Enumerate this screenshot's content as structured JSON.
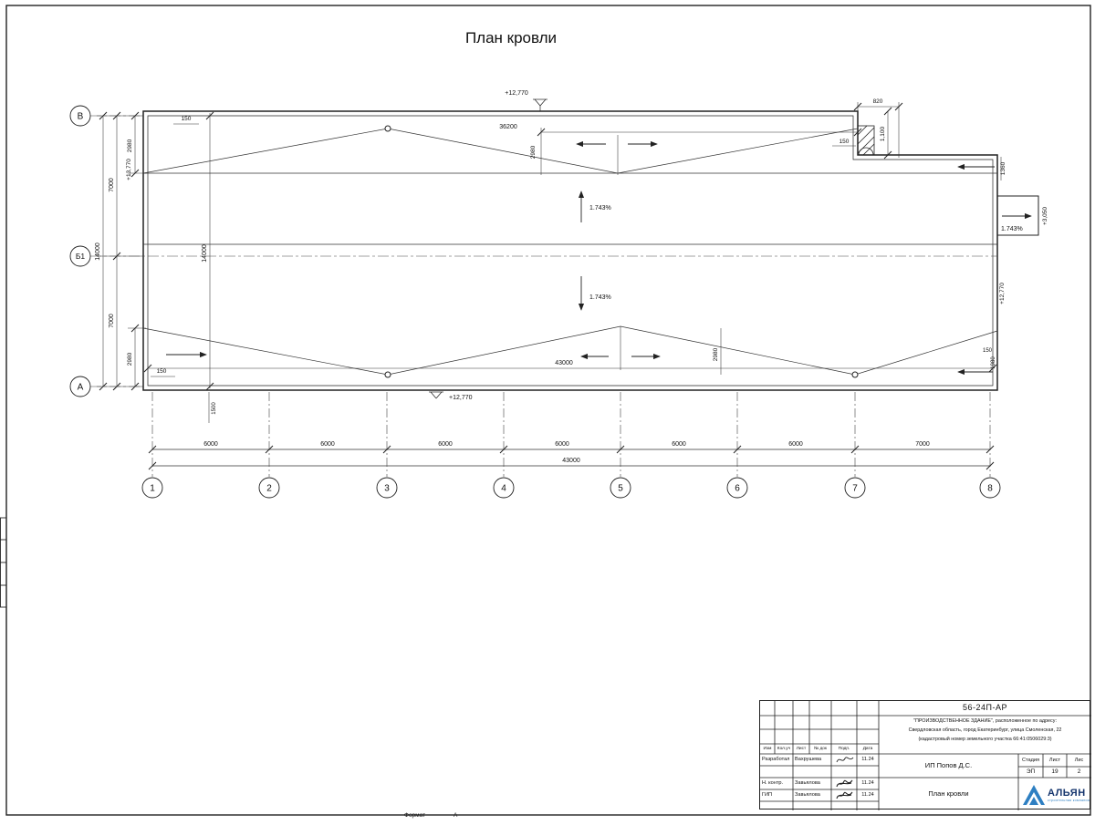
{
  "page": {
    "title": "План кровли",
    "format_label": "Формат",
    "format_value": "А"
  },
  "plan": {
    "axes_bottom": [
      "1",
      "2",
      "3",
      "4",
      "5",
      "6",
      "7",
      "8"
    ],
    "axes_left": [
      "В",
      "Б1",
      "А"
    ],
    "bays": [
      "6000",
      "6000",
      "6000",
      "6000",
      "6000",
      "6000",
      "7000"
    ],
    "dims": {
      "d150": "150",
      "d820": "820",
      "d1100": "1,100",
      "d1360": "1360",
      "d1500": "1500",
      "d1980": "1980",
      "d2980": "2980",
      "d7000": "7000",
      "d14000": "14000",
      "d36200": "36200",
      "d43000": "43000"
    },
    "slope": "1.743%",
    "elevations": {
      "top": "+12,770",
      "left": "+13,770",
      "bottom": "+12,770",
      "right": "+12,770",
      "canopy": "+3,050"
    }
  },
  "titleblock": {
    "doc_number": "56-24П-АР",
    "project_line1": "\"ПРОИЗВОДСТВЕННОЕ ЗДАНИЕ\", расположенное по адресу:",
    "project_line2": "Свердловская область, город Екатеринбург, улица Смоленская, 22",
    "project_line3": "(кадастровый номер земельного участка 66:41:0506029:3)",
    "rev_headers": [
      "Изм",
      "Кол.уч",
      "Лист",
      "№ док",
      "Подп.",
      "Дата"
    ],
    "signature_rows": [
      {
        "role": "Разработал",
        "name": "Вахрушева",
        "date": "11.24"
      },
      {
        "role": "Н. контр.",
        "name": "Завьялова",
        "date": "11.24"
      },
      {
        "role": "ГИП",
        "name": "Завьялова",
        "date": "11.24"
      }
    ],
    "client": "ИП Попов Д.С.",
    "sheet_title": "План кровли",
    "stage_header": "Стадия",
    "list_header": "Лист",
    "lists_header": "Лис",
    "stage": "ЭП",
    "list_number": "19",
    "lists_total": "2",
    "logo_text": "АЛЬЯН",
    "logo_subtext": "строительная компания"
  }
}
